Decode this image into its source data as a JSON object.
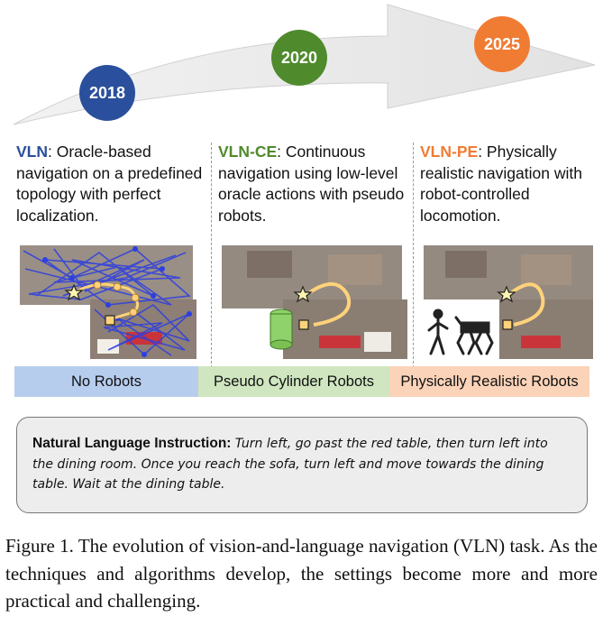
{
  "colors": {
    "vln": "#2a4f9c",
    "vln_ce": "#4f8a2c",
    "vln_pe": "#f07c34",
    "no_robots_bg": "#b7cdee",
    "pseudo_bg": "#cfe6c0",
    "realistic_bg": "#fbd3b9",
    "arrow": "#e8e8e8"
  },
  "timeline": {
    "badges": [
      {
        "year": "2018"
      },
      {
        "year": "2020"
      },
      {
        "year": "2025"
      }
    ]
  },
  "columns": [
    {
      "title": "VLN",
      "description": ": Oracle-based navigation on a predefined topology with perfect localization."
    },
    {
      "title": "VLN-CE",
      "description": ": Continuous navigation using low-level oracle actions with pseudo robots."
    },
    {
      "title": "VLN-PE",
      "description": ": Physically realistic navigation with robot-controlled locomotion."
    }
  ],
  "scenes": [
    {
      "icon": "topology-graph-scene"
    },
    {
      "icon": "cylinder-robot-scene"
    },
    {
      "icon": "legged-robots-scene"
    }
  ],
  "robot_labels": [
    "No Robots",
    "Pseudo Cylinder Robots",
    "Physically Realistic Robots"
  ],
  "instruction": {
    "label": "Natural Language Instruction:",
    "text": "Turn left, go past the red table, then turn left into the dining room. Once you reach the sofa, turn left and move towards the dining table. Wait at the dining table."
  },
  "caption": "Figure 1. The evolution of vision-and-language navigation (VLN) task.  As the techniques and algorithms develop, the settings become more and more practical and challenging."
}
